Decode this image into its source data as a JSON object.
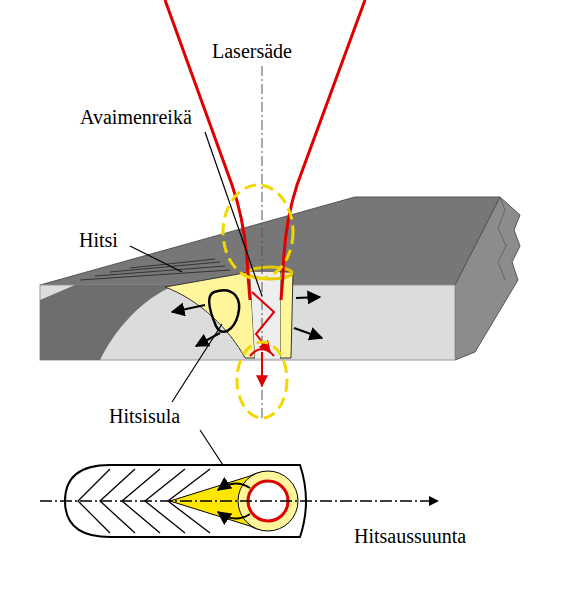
{
  "diagram": {
    "labels": [
      "Lasersäde",
      "Avaimenreikä",
      "Hitsi",
      "Hitsisula",
      "Hitsaussuunta"
    ]
  }
}
